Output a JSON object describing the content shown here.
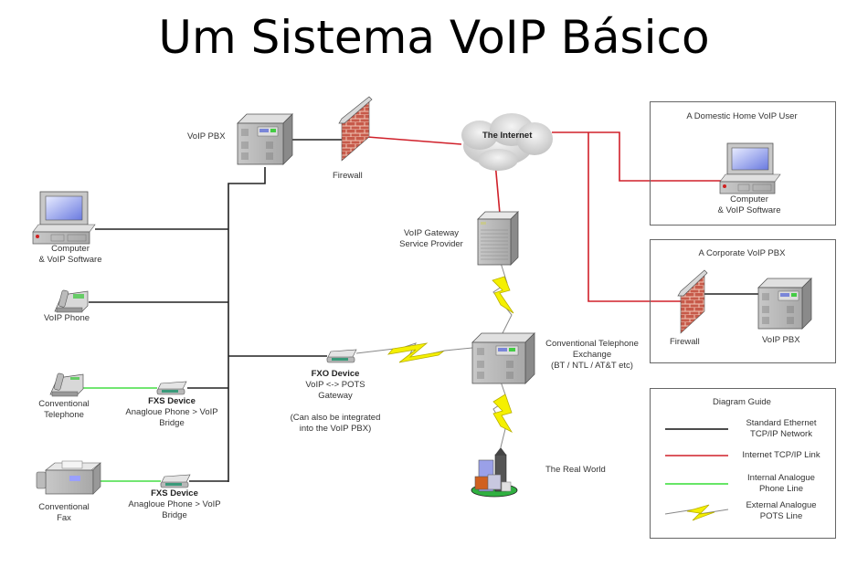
{
  "title": "Um Sistema VoIP Básico",
  "nodes": {
    "voip_pbx": "VoIP PBX",
    "firewall": "Firewall",
    "internet": "The Internet",
    "computer_left": [
      "Computer",
      "& VoIP Software"
    ],
    "voip_phone": "VoIP Phone",
    "conventional_telephone": [
      "Conventional",
      "Telephone"
    ],
    "fxs_device_1": {
      "name": "FXS Device",
      "desc": [
        "Anagloue Phone > VoIP",
        "Bridge"
      ]
    },
    "conventional_fax": [
      "Conventional",
      "Fax"
    ],
    "fxs_device_2": {
      "name": "FXS Device",
      "desc": [
        "Anagloue Phone > VoIP",
        "Bridge"
      ]
    },
    "fxo_device": {
      "name": "FXO Device",
      "desc": [
        "VoIP <-> POTS",
        "Gateway"
      ],
      "note": [
        "(Can also be integrated",
        "into the VoIP PBX)"
      ]
    },
    "voip_gateway": [
      "VoIP Gateway",
      "Service Provider"
    ],
    "telephone_exchange": [
      "Conventional Telephone",
      "Exchange",
      "(BT / NTL / AT&T etc)"
    ],
    "real_world": "The Real World"
  },
  "groups": {
    "domestic": {
      "title": "A Domestic Home VoIP User",
      "computer": [
        "Computer",
        "& VoIP Software"
      ]
    },
    "corporate": {
      "title": "A Corporate VoIP PBX",
      "firewall": "Firewall",
      "pbx": "VoIP PBX"
    }
  },
  "legend": {
    "title": "Diagram Guide",
    "items": [
      {
        "type": "ethernet",
        "color": "#111111",
        "label": [
          "Standard Ethernet",
          "TCP/IP Network"
        ]
      },
      {
        "type": "internet",
        "color": "#d0202a",
        "label": [
          "Internet TCP/IP Link"
        ]
      },
      {
        "type": "analogue_internal",
        "color": "#33dd33",
        "label": [
          "Internal Analogue",
          "Phone Line"
        ]
      },
      {
        "type": "analogue_external",
        "color": "#f5f000",
        "label": [
          "External Analogue",
          "POTS Line"
        ]
      }
    ]
  },
  "colors": {
    "ethernet": "#111111",
    "internet": "#d0202a",
    "internal_analogue": "#33dd33",
    "external_pots": "#f5f000"
  }
}
